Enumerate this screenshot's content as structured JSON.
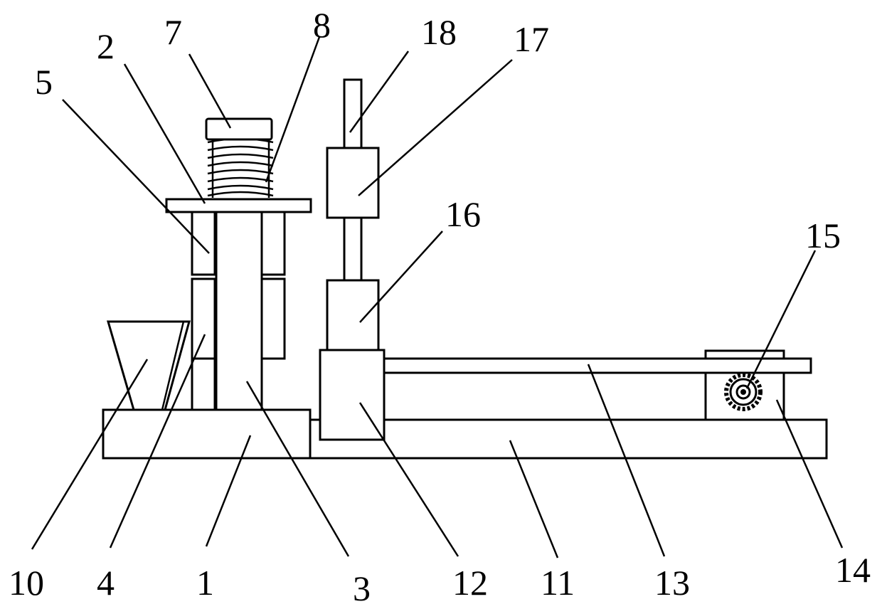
{
  "labels": {
    "l1": "1",
    "l2": "2",
    "l3": "3",
    "l4": "4",
    "l5": "5",
    "l7": "7",
    "l8": "8",
    "l10": "10",
    "l11": "11",
    "l12": "12",
    "l13": "13",
    "l14": "14",
    "l15": "15",
    "l16": "16",
    "l17": "17",
    "l18": "18"
  },
  "colors": {
    "stroke": "#000000",
    "background": "#ffffff"
  }
}
